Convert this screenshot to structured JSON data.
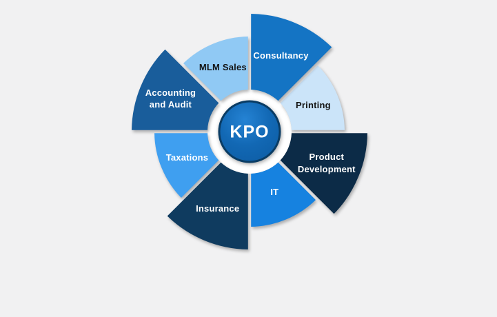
{
  "background_color": "#F1F1F2",
  "diagram": {
    "center": {
      "label": "KPO",
      "fill": "#1268B4",
      "fill_highlight": "#2583D4",
      "fill_deep": "#0E5EA6",
      "border": "#0A3C64",
      "text_color": "#FFFFFF"
    },
    "ring_color": "#FFFFFF",
    "segments": [
      {
        "label": "Printing",
        "color": "#CBE4F9",
        "text_color": "#141414",
        "popped": false,
        "a1": 0,
        "a2": 45,
        "label_r": 100
      },
      {
        "label": "Consultancy",
        "color": "#1474C4",
        "text_color": "#FFFFFF",
        "popped": true,
        "a1": 45,
        "a2": 90,
        "label_r": 119
      },
      {
        "label": "MLM Sales",
        "color": "#90C9F4",
        "text_color": "#141414",
        "popped": false,
        "a1": 90,
        "a2": 135,
        "label_r": 101
      },
      {
        "label": "Accounting\nand Audit",
        "color": "#195D9B",
        "text_color": "#FFFFFF",
        "popped": true,
        "a1": 135,
        "a2": 180,
        "label_r": 124
      },
      {
        "label": "Taxations",
        "color": "#3F9FF0",
        "text_color": "#FFFFFF",
        "popped": false,
        "a1": 180,
        "a2": 225,
        "label_r": 98
      },
      {
        "label": "Insurance",
        "color": "#0F3B5F",
        "text_color": "#FFFFFF",
        "popped": true,
        "a1": 225,
        "a2": 270,
        "label_r": 121
      },
      {
        "label": "IT",
        "color": "#1682E0",
        "text_color": "#FFFFFF",
        "popped": false,
        "a1": 270,
        "a2": 315,
        "label_r": 95
      },
      {
        "label": "Product\nDevelopment",
        "color": "#0C2B47",
        "text_color": "#FFFFFF",
        "popped": true,
        "a1": 315,
        "a2": 360,
        "label_r": 121
      }
    ]
  }
}
